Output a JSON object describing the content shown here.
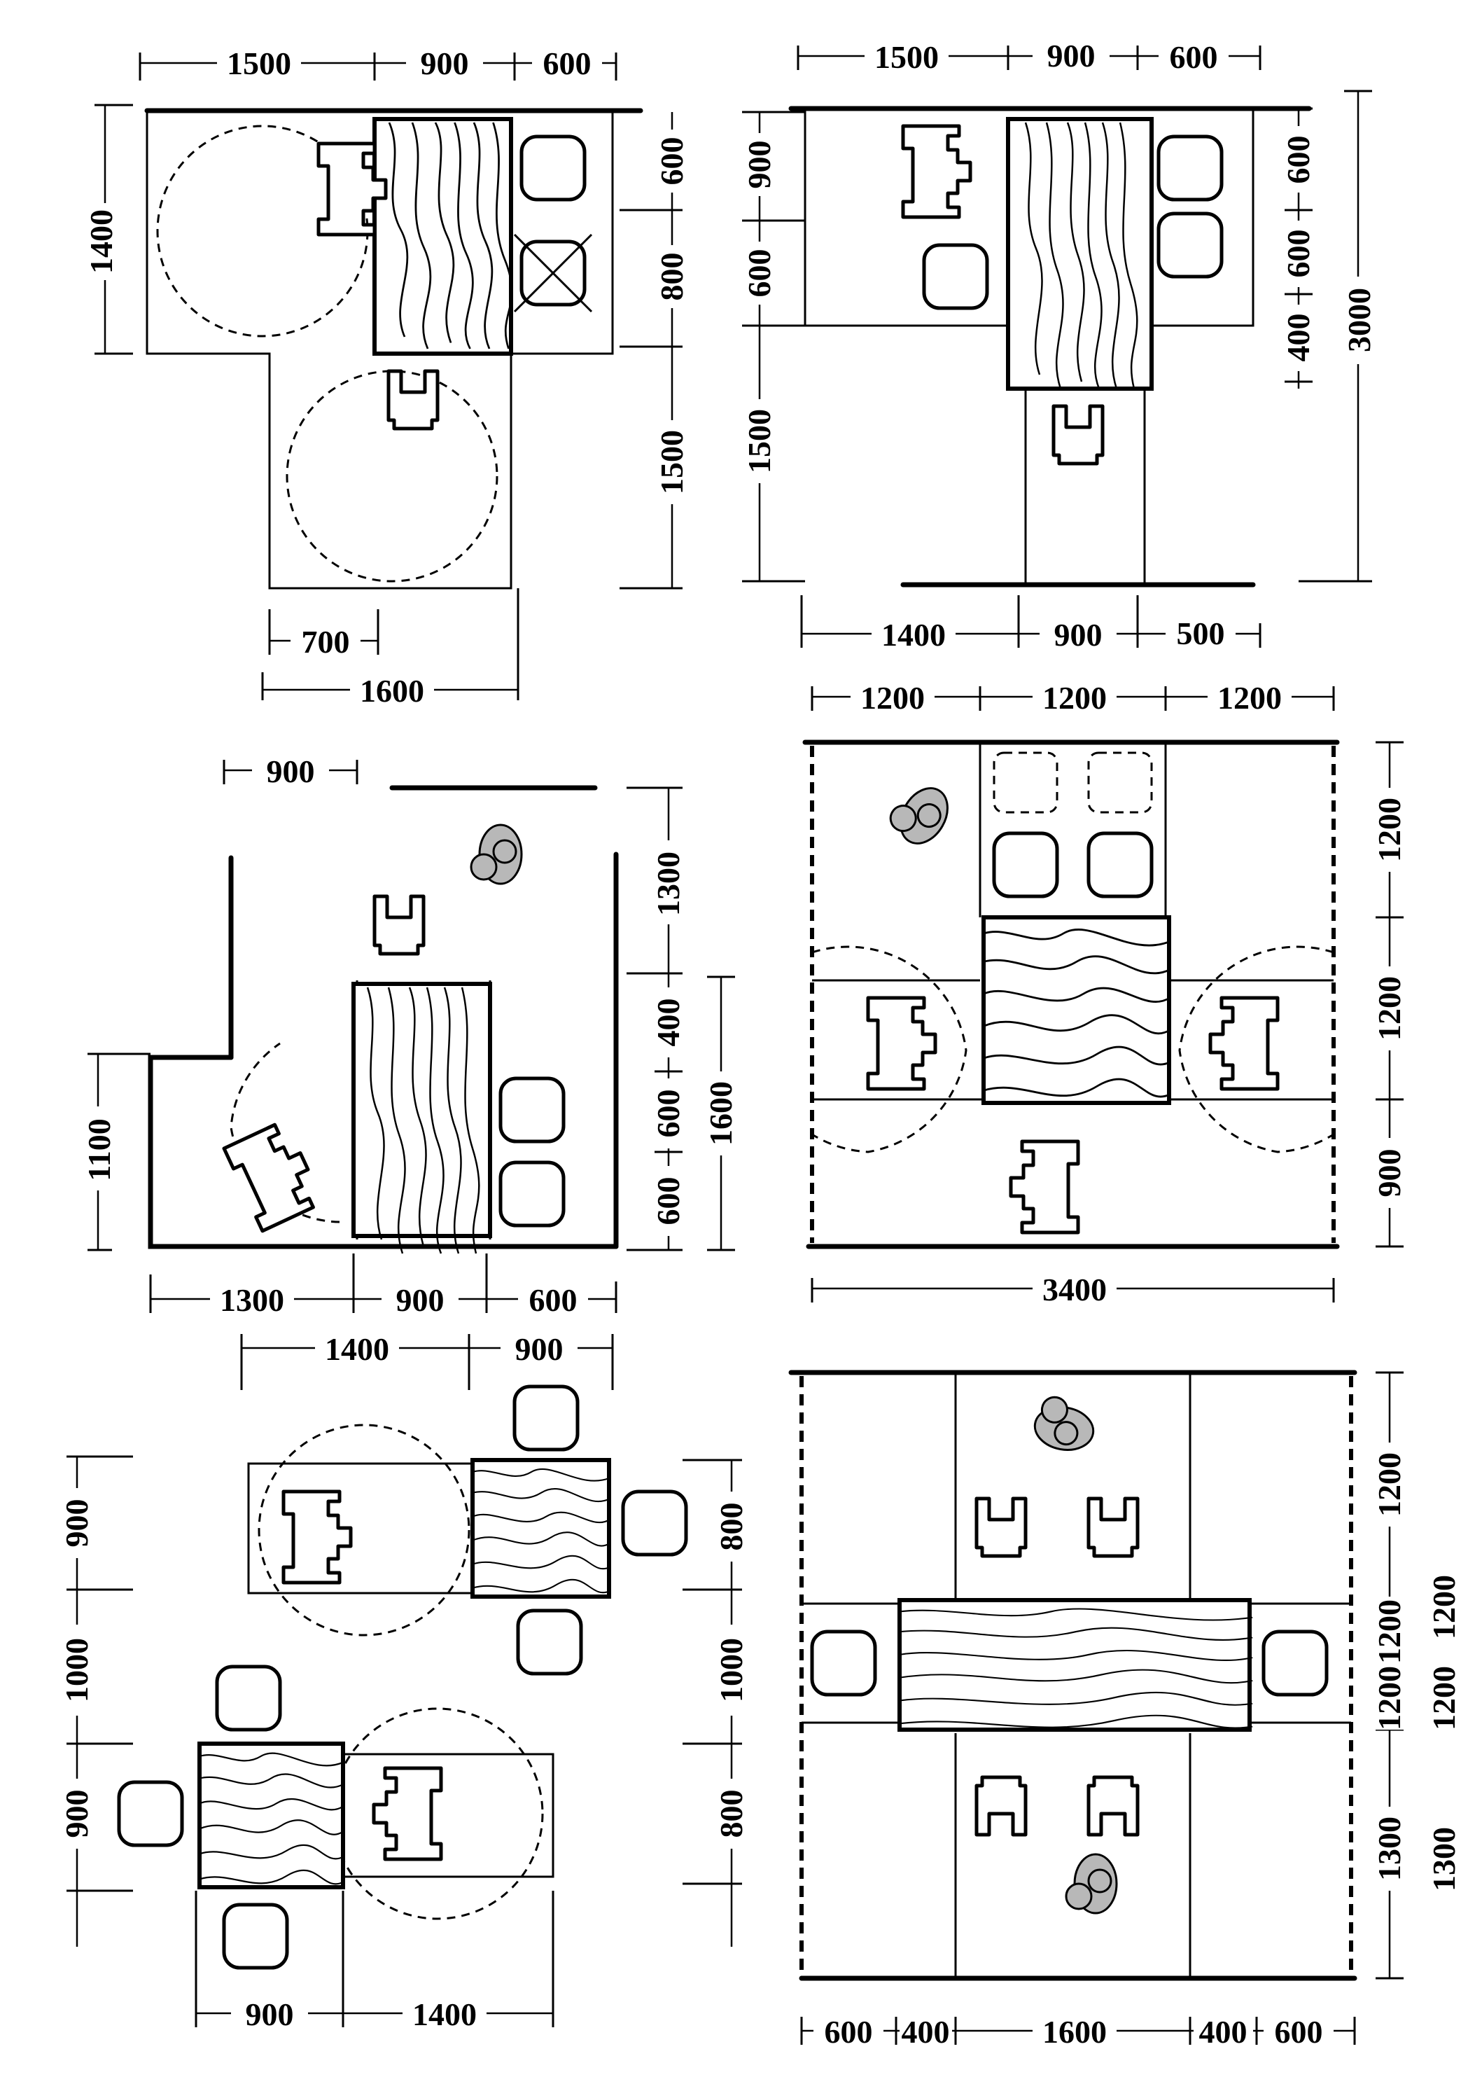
{
  "plans": [
    {
      "id": "plan1",
      "dims": {
        "top": [
          "1500",
          "900",
          "600"
        ],
        "left": [
          "1400"
        ],
        "right": [
          "600",
          "800",
          "1500"
        ],
        "bottom_inner": [
          "700"
        ],
        "bottom_total": [
          "1600"
        ]
      }
    },
    {
      "id": "plan2",
      "dims": {
        "top": [
          "1500",
          "900",
          "600"
        ],
        "left": [
          "900",
          "600",
          "1500"
        ],
        "right": [
          "600",
          "600",
          "400"
        ],
        "right_total": [
          "3000"
        ],
        "bottom": [
          "1400",
          "900",
          "500"
        ]
      }
    },
    {
      "id": "plan3",
      "dims": {
        "top": [
          "900"
        ],
        "left": [
          "1100"
        ],
        "right": [
          "1300",
          "400",
          "600",
          "600"
        ],
        "right_total": [
          "1600"
        ],
        "bottom": [
          "1300",
          "900",
          "600"
        ]
      }
    },
    {
      "id": "plan4",
      "dims": {
        "top": [
          "1200",
          "1200",
          "1200"
        ],
        "right": [
          "1200",
          "1200",
          "900"
        ],
        "bottom": [
          "3400"
        ]
      }
    },
    {
      "id": "plan5",
      "dims": {
        "top": [
          "1400",
          "900"
        ],
        "left": [
          "900",
          "1000",
          "900"
        ],
        "right": [
          "800",
          "1000",
          "800"
        ],
        "bottom": [
          "900",
          "1400"
        ]
      }
    },
    {
      "id": "plan6",
      "dims": {
        "right": [
          "1200",
          "1200",
          "1200",
          "1300"
        ],
        "right_outer": [
          "1200",
          "1200",
          "1300"
        ],
        "bottom": [
          "600",
          "400",
          "1600",
          "400",
          "600"
        ]
      }
    }
  ],
  "colors": {
    "ink": "#000000",
    "paper": "#ffffff",
    "person_fill": "#b8b8b8"
  },
  "icons": [
    "desk-icon",
    "chair-icon",
    "seat-icon",
    "person-icon",
    "clearance-circle-icon"
  ]
}
